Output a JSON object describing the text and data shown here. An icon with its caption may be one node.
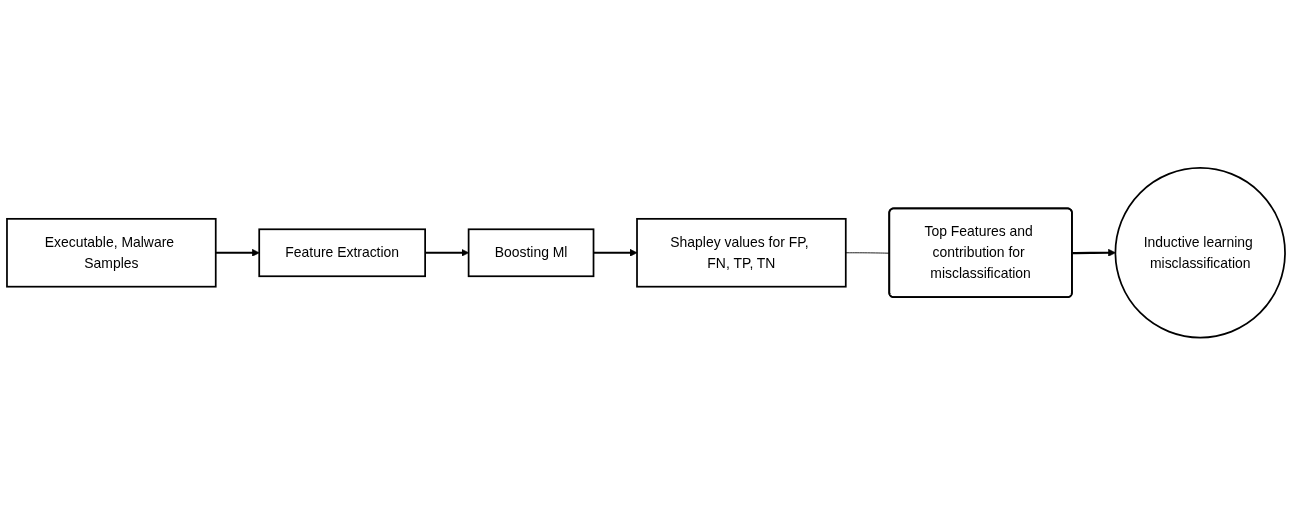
{
  "diagram": {
    "nodes": [
      {
        "text": [
          "Executable, Malware Samples"
        ]
      },
      {
        "text": [
          "Feature Extraction"
        ]
      },
      {
        "text": [
          "Boosting Ml"
        ]
      },
      {
        "text": [
          "Shapley values for FP, FN, TP, TN"
        ]
      },
      {
        "text": [
          "Top Features and contribution for misclassification"
        ]
      },
      {
        "text": [
          "Inductive learning misclassification"
        ]
      }
    ],
    "edges": [
      {
        "from": 0,
        "to": 1,
        "arrow": "to"
      },
      {
        "from": 1,
        "to": 2,
        "arrow": "to"
      },
      {
        "from": 2,
        "to": 3,
        "arrow": "to"
      },
      {
        "from": 3,
        "to": 4,
        "arrow": "none"
      },
      {
        "from": 4,
        "to": 5,
        "arrow": "to"
      }
    ]
  }
}
